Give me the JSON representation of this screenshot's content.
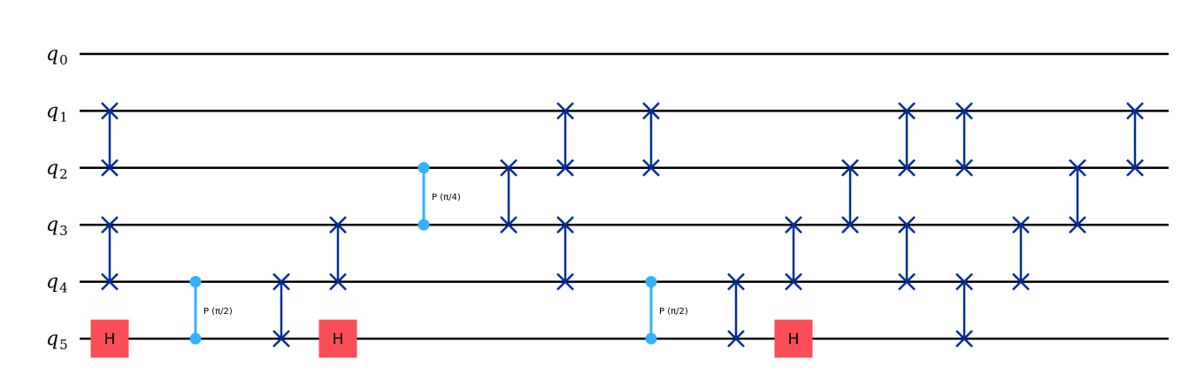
{
  "qubits": [
    {
      "name": "q",
      "index": "0"
    },
    {
      "name": "q",
      "index": "1"
    },
    {
      "name": "q",
      "index": "2"
    },
    {
      "name": "q",
      "index": "3"
    },
    {
      "name": "q",
      "index": "4"
    },
    {
      "name": "q",
      "index": "5"
    }
  ],
  "colors": {
    "wire": "#000000",
    "swap": "#002D9C",
    "hadamard": "#FA4D56",
    "phase": "#33B1FF"
  },
  "gates": [
    {
      "type": "h",
      "col": 0,
      "qubit": 5,
      "label": "H"
    },
    {
      "type": "swap",
      "col": 0,
      "qubits": [
        1,
        2
      ]
    },
    {
      "type": "swap",
      "col": 0,
      "qubits": [
        3,
        4
      ]
    },
    {
      "type": "cp",
      "col": 1,
      "qubits": [
        4,
        5
      ],
      "label": "P (π/2)"
    },
    {
      "type": "swap",
      "col": 2,
      "qubits": [
        4,
        5
      ]
    },
    {
      "type": "h",
      "col": 3,
      "qubit": 5,
      "label": "H"
    },
    {
      "type": "swap",
      "col": 3,
      "qubits": [
        3,
        4
      ]
    },
    {
      "type": "cp",
      "col": 4,
      "qubits": [
        2,
        3
      ],
      "label": "P (π/4)"
    },
    {
      "type": "swap",
      "col": 5,
      "qubits": [
        2,
        3
      ]
    },
    {
      "type": "swap",
      "col": 6,
      "qubits": [
        1,
        2
      ]
    },
    {
      "type": "swap",
      "col": 6,
      "qubits": [
        3,
        4
      ]
    },
    {
      "type": "swap",
      "col": 7,
      "qubits": [
        1,
        2
      ]
    },
    {
      "type": "cp",
      "col": 7,
      "qubits": [
        4,
        5
      ],
      "label": "P (π/2)"
    },
    {
      "type": "swap",
      "col": 8,
      "qubits": [
        4,
        5
      ]
    },
    {
      "type": "h",
      "col": 9,
      "qubit": 5,
      "label": "H"
    },
    {
      "type": "swap",
      "col": 9,
      "qubits": [
        3,
        4
      ]
    },
    {
      "type": "swap",
      "col": 10,
      "qubits": [
        2,
        3
      ]
    },
    {
      "type": "swap",
      "col": 11,
      "qubits": [
        1,
        2
      ]
    },
    {
      "type": "swap",
      "col": 11,
      "qubits": [
        3,
        4
      ]
    },
    {
      "type": "swap",
      "col": 12,
      "qubits": [
        1,
        2
      ]
    },
    {
      "type": "swap",
      "col": 12,
      "qubits": [
        4,
        5
      ]
    },
    {
      "type": "swap",
      "col": 13,
      "qubits": [
        3,
        4
      ]
    },
    {
      "type": "swap",
      "col": 14,
      "qubits": [
        2,
        3
      ]
    },
    {
      "type": "swap",
      "col": 15,
      "qubits": [
        1,
        2
      ]
    }
  ]
}
